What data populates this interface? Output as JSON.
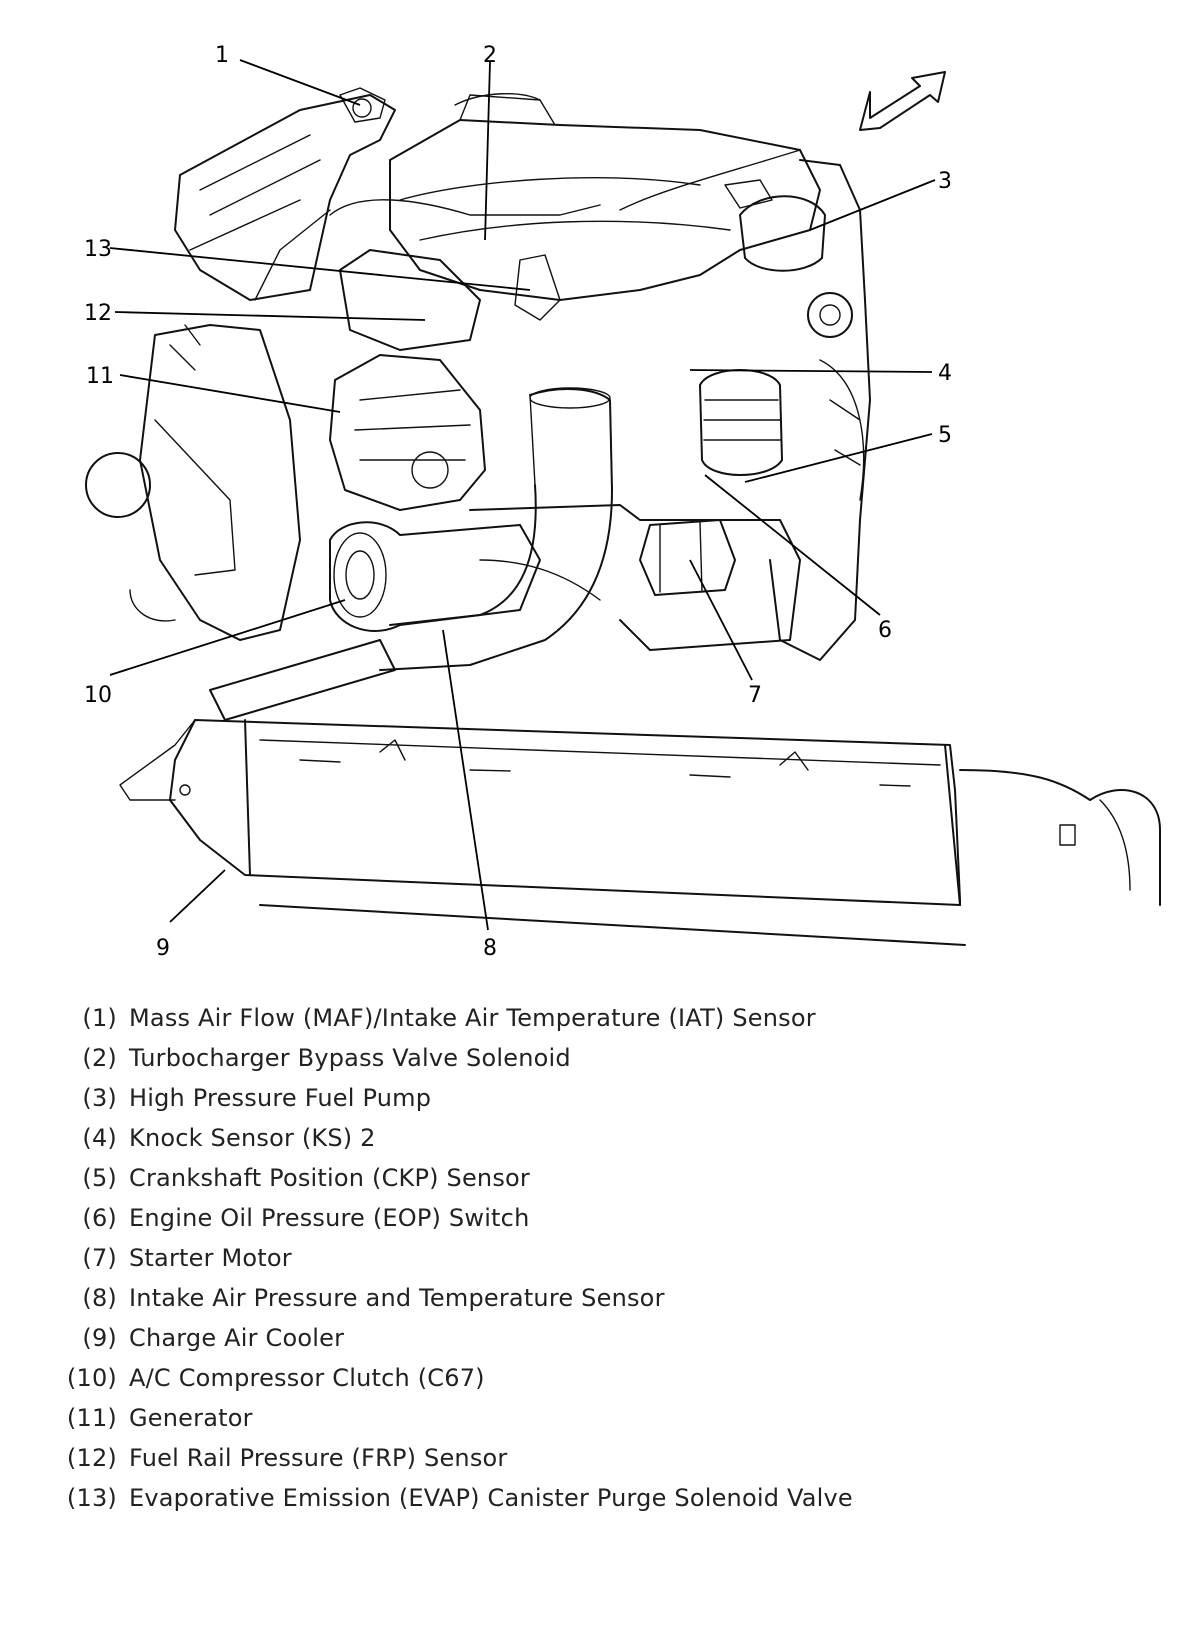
{
  "callouts": [
    "1",
    "2",
    "3",
    "4",
    "5",
    "6",
    "7",
    "8",
    "9",
    "10",
    "11",
    "12",
    "13"
  ],
  "legend": [
    {
      "num": "(1)",
      "label": "Mass Air Flow (MAF)/Intake Air Temperature (IAT) Sensor"
    },
    {
      "num": "(2)",
      "label": "Turbocharger Bypass Valve Solenoid"
    },
    {
      "num": "(3)",
      "label": "High Pressure Fuel Pump"
    },
    {
      "num": "(4)",
      "label": "Knock Sensor (KS) 2"
    },
    {
      "num": "(5)",
      "label": "Crankshaft Position (CKP) Sensor"
    },
    {
      "num": "(6)",
      "label": "Engine Oil Pressure (EOP) Switch"
    },
    {
      "num": "(7)",
      "label": "Starter Motor"
    },
    {
      "num": "(8)",
      "label": "Intake Air Pressure and Temperature Sensor"
    },
    {
      "num": "(9)",
      "label": "Charge Air Cooler"
    },
    {
      "num": "(10)",
      "label": "A/C Compressor Clutch (C67)"
    },
    {
      "num": "(11)",
      "label": "Generator"
    },
    {
      "num": "(12)",
      "label": "Fuel Rail Pressure (FRP) Sensor"
    },
    {
      "num": "(13)",
      "label": "Evaporative Emission (EVAP) Canister Purge Solenoid Valve"
    }
  ]
}
